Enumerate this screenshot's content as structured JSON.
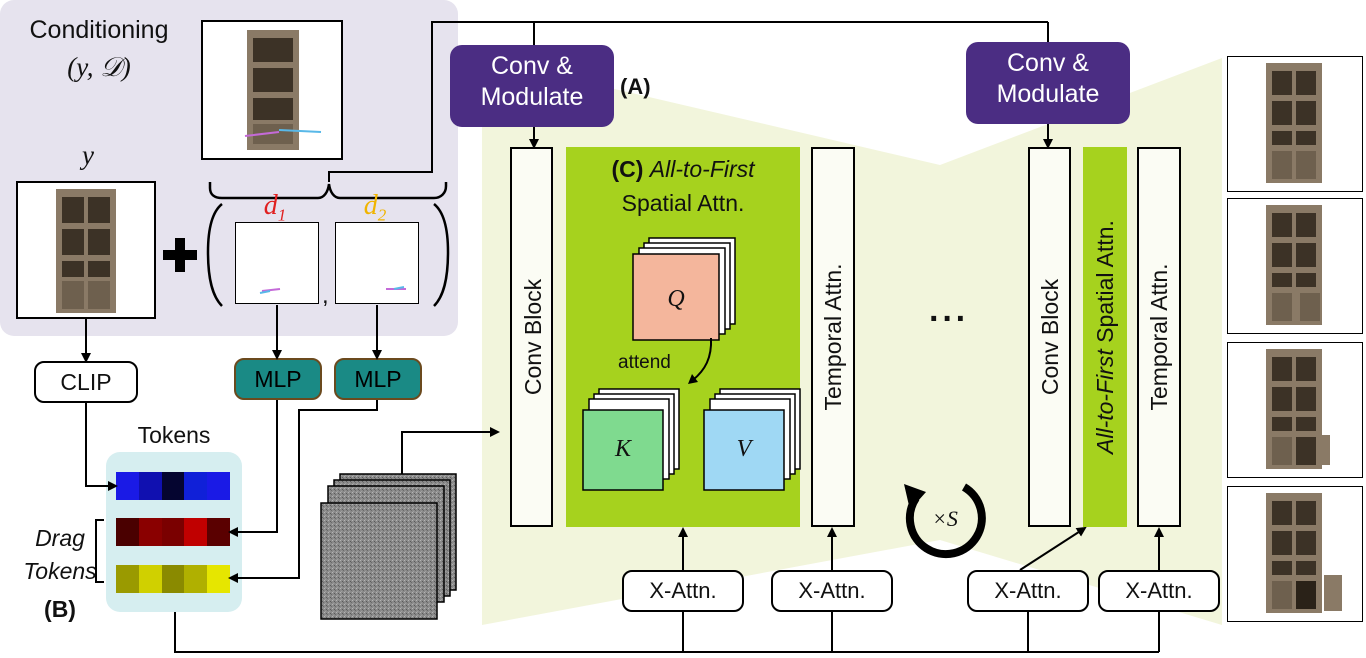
{
  "conditioning": {
    "title": "Conditioning",
    "math": "(y, 𝒟)",
    "y_label": "y",
    "plus": "+",
    "comma": ","
  },
  "drags": [
    {
      "symbol": "d",
      "sub": "1",
      "color": "#e02020"
    },
    {
      "symbol": "d",
      "sub": "2",
      "color": "#f0b400"
    }
  ],
  "blocks": {
    "conv_modulate": "Conv &\nModulate",
    "marker_a": "(A)",
    "clip": "CLIP",
    "mlp": "MLP",
    "tokens": "Tokens",
    "drag_tokens": "Drag\nTokens",
    "marker_b": "(B)",
    "conv_block": "Conv Block",
    "temporal_attn": "Temporal Attn.",
    "attn_marker": "(C)",
    "attn_italic": "All-to-First",
    "attn_rest": "Spatial Attn.",
    "q": "Q",
    "k": "K",
    "v": "V",
    "attend": "attend",
    "x_attn": "X-Attn.",
    "ellipsis": "···",
    "repeat": "×S"
  },
  "token_colors": {
    "clip_row": [
      "#1a1ae6",
      "#1010b0",
      "#050530",
      "#1020d8",
      "#1a1ae6"
    ],
    "drag1_row": [
      "#4a0000",
      "#8a0000",
      "#7a0000",
      "#c00000",
      "#5a0000"
    ],
    "drag2_row": [
      "#9a9a00",
      "#d0d000",
      "#8a8a00",
      "#b0b000",
      "#e6e600"
    ]
  },
  "colors": {
    "purple": "#4b2d83",
    "mlp": "#1a8a85",
    "attn_green": "#a6d21e",
    "q_fill": "#f4b69c",
    "k_fill": "#7fda8f",
    "v_fill": "#9fd8f4",
    "cond_bg": "#e6e3ee",
    "tokens_bg": "#d6eef0",
    "trapezoid": "#f2f5dc"
  }
}
